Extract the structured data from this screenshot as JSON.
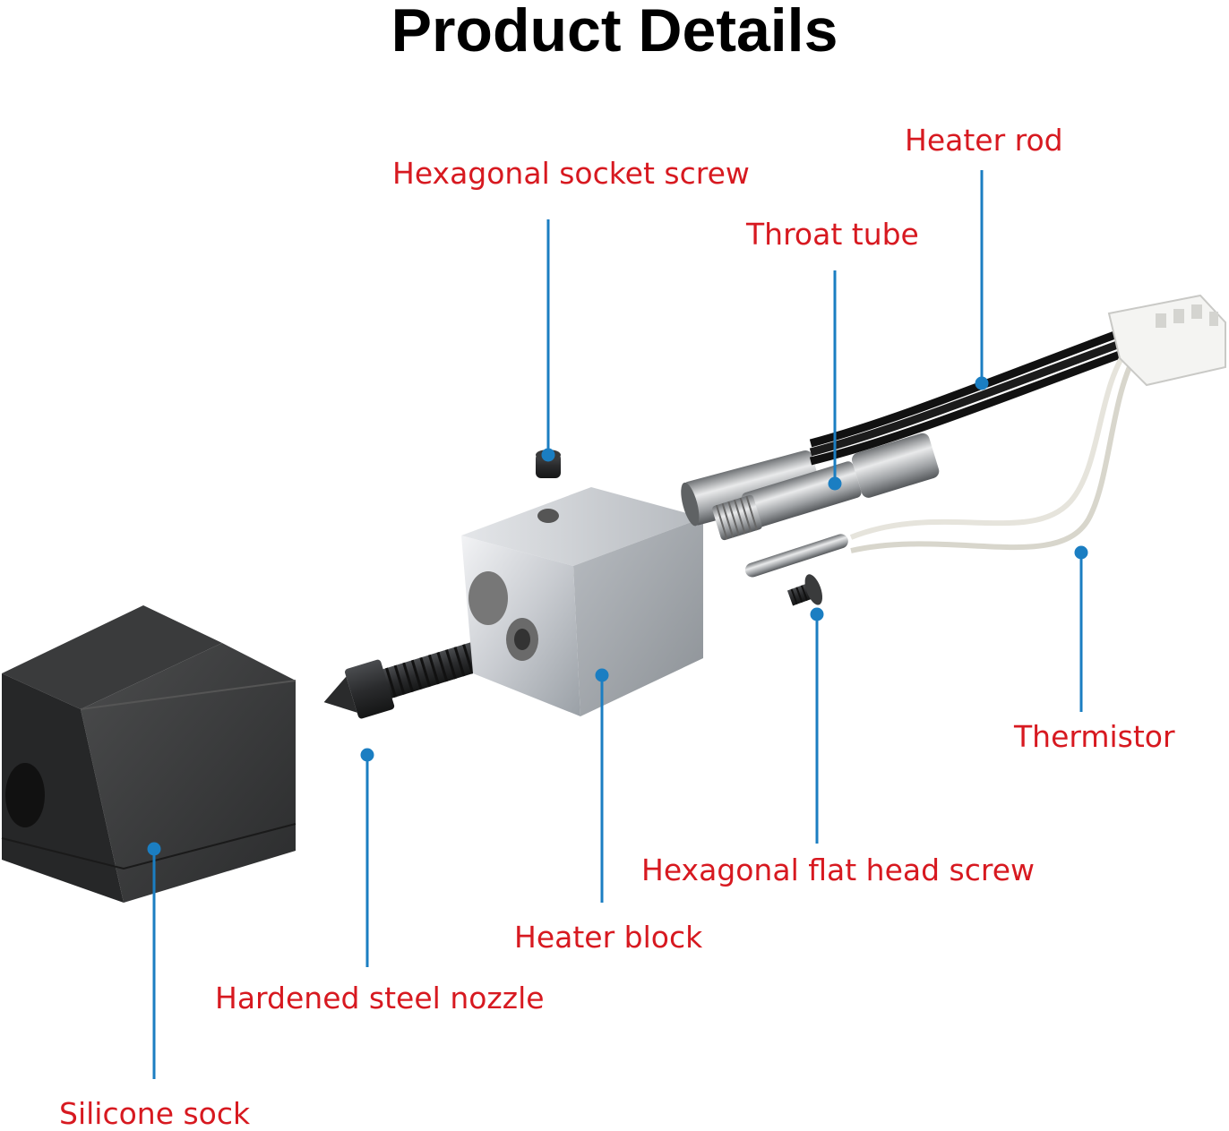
{
  "title": "Product Details",
  "colors": {
    "label_text": "#D71920",
    "callout_line": "#1B7EC2"
  },
  "labels": {
    "hex_socket_screw": "Hexagonal socket screw",
    "heater_rod": "Heater rod",
    "throat_tube": "Throat tube",
    "thermistor": "Thermistor",
    "hex_flat_head_screw": "Hexagonal flat head screw",
    "heater_block": "Heater block",
    "hardened_steel_nozzle": "Hardened steel nozzle",
    "silicone_sock": "Silicone sock"
  }
}
